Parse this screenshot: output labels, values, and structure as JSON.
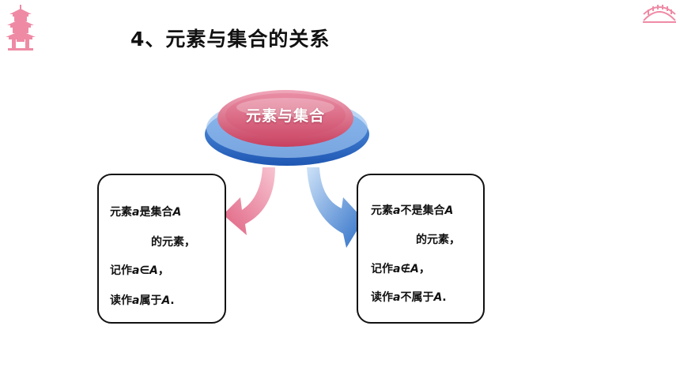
{
  "title": "4、元素与集合的关系",
  "center": {
    "label": "元素与集合"
  },
  "left_box": {
    "l1_a": "元素",
    "l1_var": "a",
    "l1_b": "是集合",
    "l1_set": "A",
    "l2": "的元素，",
    "l3_a": "记作",
    "l3_var": "a",
    "l3_sym": "∈",
    "l3_set": "A",
    "l3_end": "，",
    "l4_a": "读作",
    "l4_var": "a",
    "l4_b": "属于",
    "l4_set": "A",
    "l4_end": "."
  },
  "right_box": {
    "l1_a": "元素",
    "l1_var": "a",
    "l1_b": "不是集合",
    "l1_set": "A",
    "l2": "的元素，",
    "l3_a": "记作",
    "l3_var": "a",
    "l3_sym": "∉",
    "l3_set": "A",
    "l3_end": "，",
    "l4_a": "读作",
    "l4_var": "a",
    "l4_b": "不属于",
    "l4_set": "A",
    "l4_end": "."
  },
  "colors": {
    "pink": "#e46b8a",
    "blue": "#2f6fc4",
    "deco": "#ef8aa5"
  },
  "icons": {
    "top_left": "pagoda-icon",
    "top_right": "bridge-icon"
  }
}
